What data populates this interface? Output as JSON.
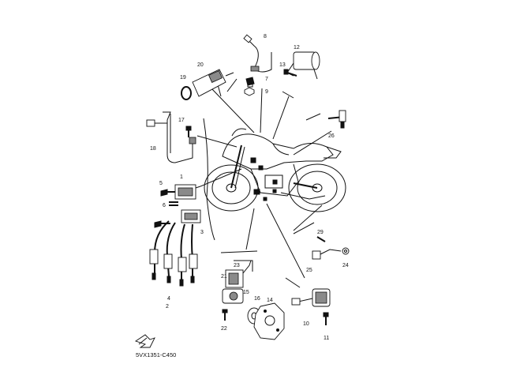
{
  "figure_code": "5VX1351-C450",
  "callouts": {
    "p1": "1",
    "p2": "2",
    "p3": "3",
    "p4": "4",
    "p5": "5",
    "p6": "6",
    "p7": "7",
    "p8": "8",
    "p9": "9",
    "p10": "10",
    "p11": "11",
    "p12": "12",
    "p13": "13",
    "p14": "14",
    "p15": "15",
    "p16": "16",
    "p17": "17",
    "p18": "18",
    "p19": "19",
    "p20": "20",
    "p21": "21",
    "p22": "22",
    "p23": "23",
    "p24": "24",
    "p25": "25",
    "p26": "26"
  }
}
